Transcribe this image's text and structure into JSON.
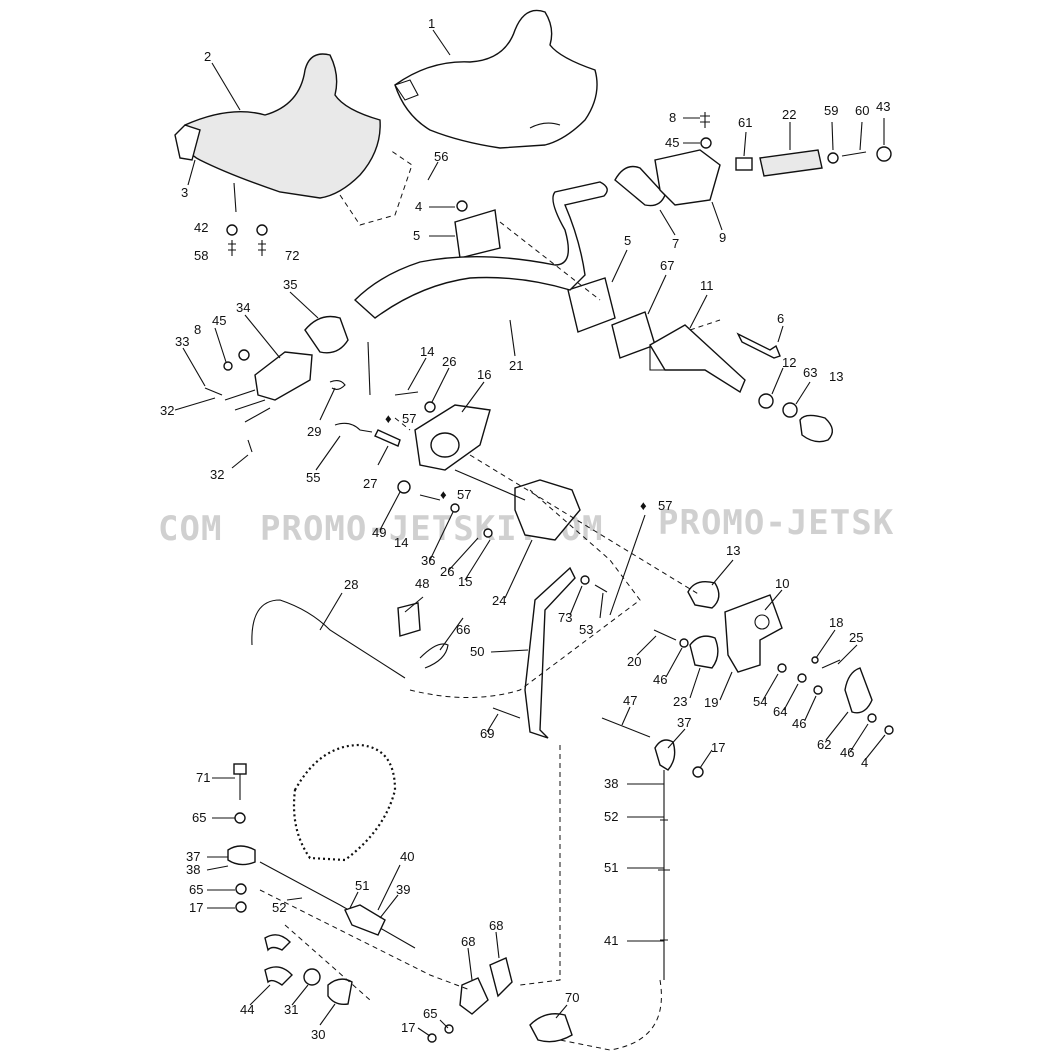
{
  "watermark": [
    "COM",
    "PROMO-JETSKI.COM",
    "PROMO-JETSK"
  ],
  "drop_symbol": "♦",
  "labels": {
    "l1": "1",
    "l2": "2",
    "l3": "3",
    "l4a": "4",
    "l4b": "4",
    "l5a": "5",
    "l5b": "5",
    "l6": "6",
    "l7": "7",
    "l8a": "8",
    "l8b": "8",
    "l9": "9",
    "l10": "10",
    "l11": "11",
    "l12": "12",
    "l13a": "13",
    "l13b": "13",
    "l14a": "14",
    "l14b": "14",
    "l15": "15",
    "l16": "16",
    "l17a": "17",
    "l17b": "17",
    "l17c": "17",
    "l18": "18",
    "l19": "19",
    "l20": "20",
    "l21": "21",
    "l22": "22",
    "l23": "23",
    "l24": "24",
    "l25": "25",
    "l26a": "26",
    "l26b": "26",
    "l27": "27",
    "l28": "28",
    "l29": "29",
    "l30": "30",
    "l31": "31",
    "l32a": "32",
    "l32b": "32",
    "l33": "33",
    "l34": "34",
    "l35": "35",
    "l36": "36",
    "l37a": "37",
    "l37b": "37",
    "l38a": "38",
    "l38b": "38",
    "l39": "39",
    "l40": "40",
    "l41": "41",
    "l42": "42",
    "l43": "43",
    "l44": "44",
    "l45a": "45",
    "l45b": "45",
    "l46a": "46",
    "l46b": "46",
    "l46c": "46",
    "l47": "47",
    "l48": "48",
    "l49": "49",
    "l50": "50",
    "l51a": "51",
    "l51b": "51",
    "l52a": "52",
    "l52b": "52",
    "l53": "53",
    "l54": "54",
    "l55": "55",
    "l56": "56",
    "l57a": "57",
    "l57b": "57",
    "l57c": "57",
    "l58": "58",
    "l59": "59",
    "l60": "60",
    "l61": "61",
    "l62": "62",
    "l63": "63",
    "l64": "64",
    "l65a": "65",
    "l65b": "65",
    "l65c": "65",
    "l66": "66",
    "l67": "67",
    "l68a": "68",
    "l68b": "68",
    "l69": "69",
    "l70": "70",
    "l71": "71",
    "l72": "72",
    "l73": "73"
  }
}
